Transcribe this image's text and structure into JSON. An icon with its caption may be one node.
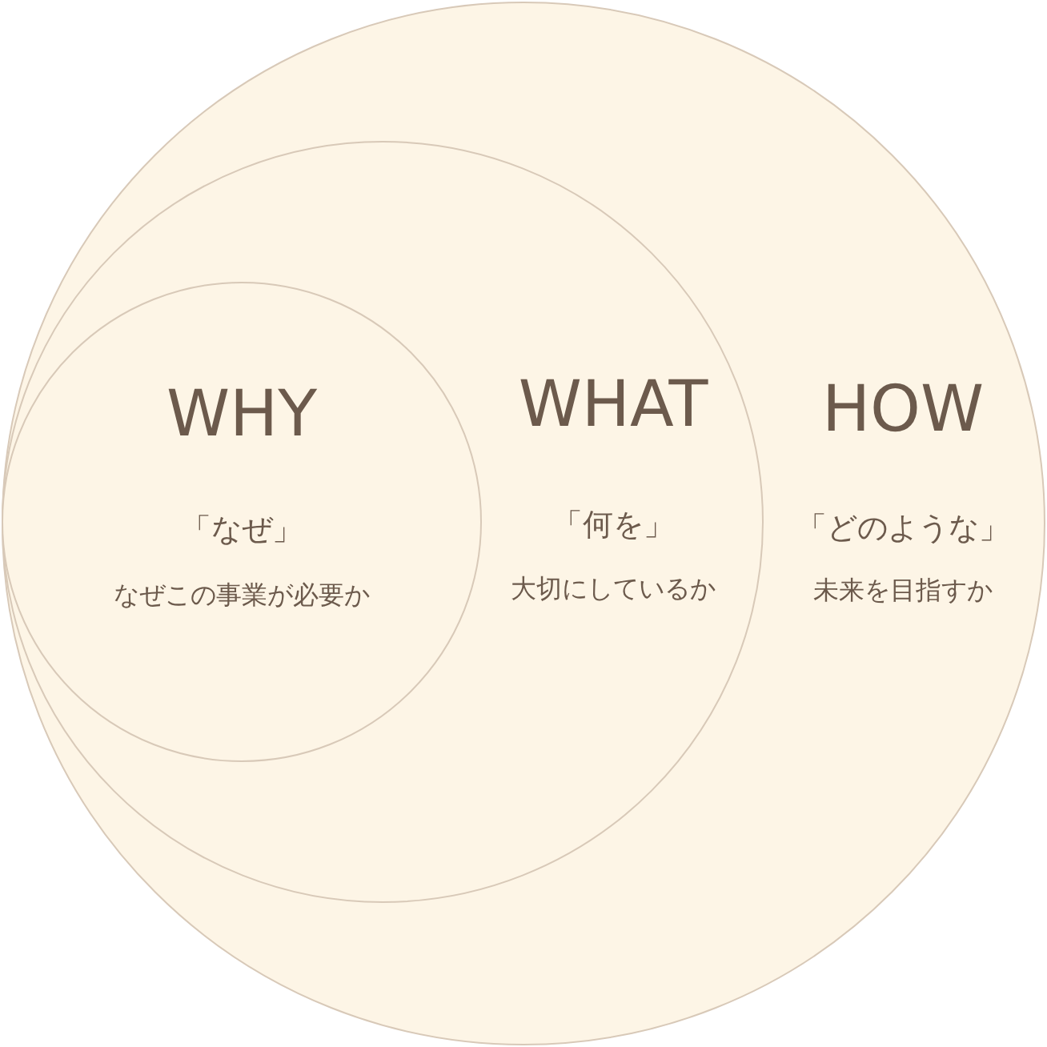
{
  "diagram": {
    "nodes": [
      {
        "text": [
          "HOW",
          "「どのような」",
          "未来を目指すか"
        ]
      },
      {
        "text": [
          "WHAT",
          "「何を」",
          "大切にしているか"
        ],
        "in": 0
      },
      {
        "text": [
          "WHY",
          "「なぜ」",
          "なぜこの事業が必要か"
        ],
        "in": 1
      }
    ]
  }
}
